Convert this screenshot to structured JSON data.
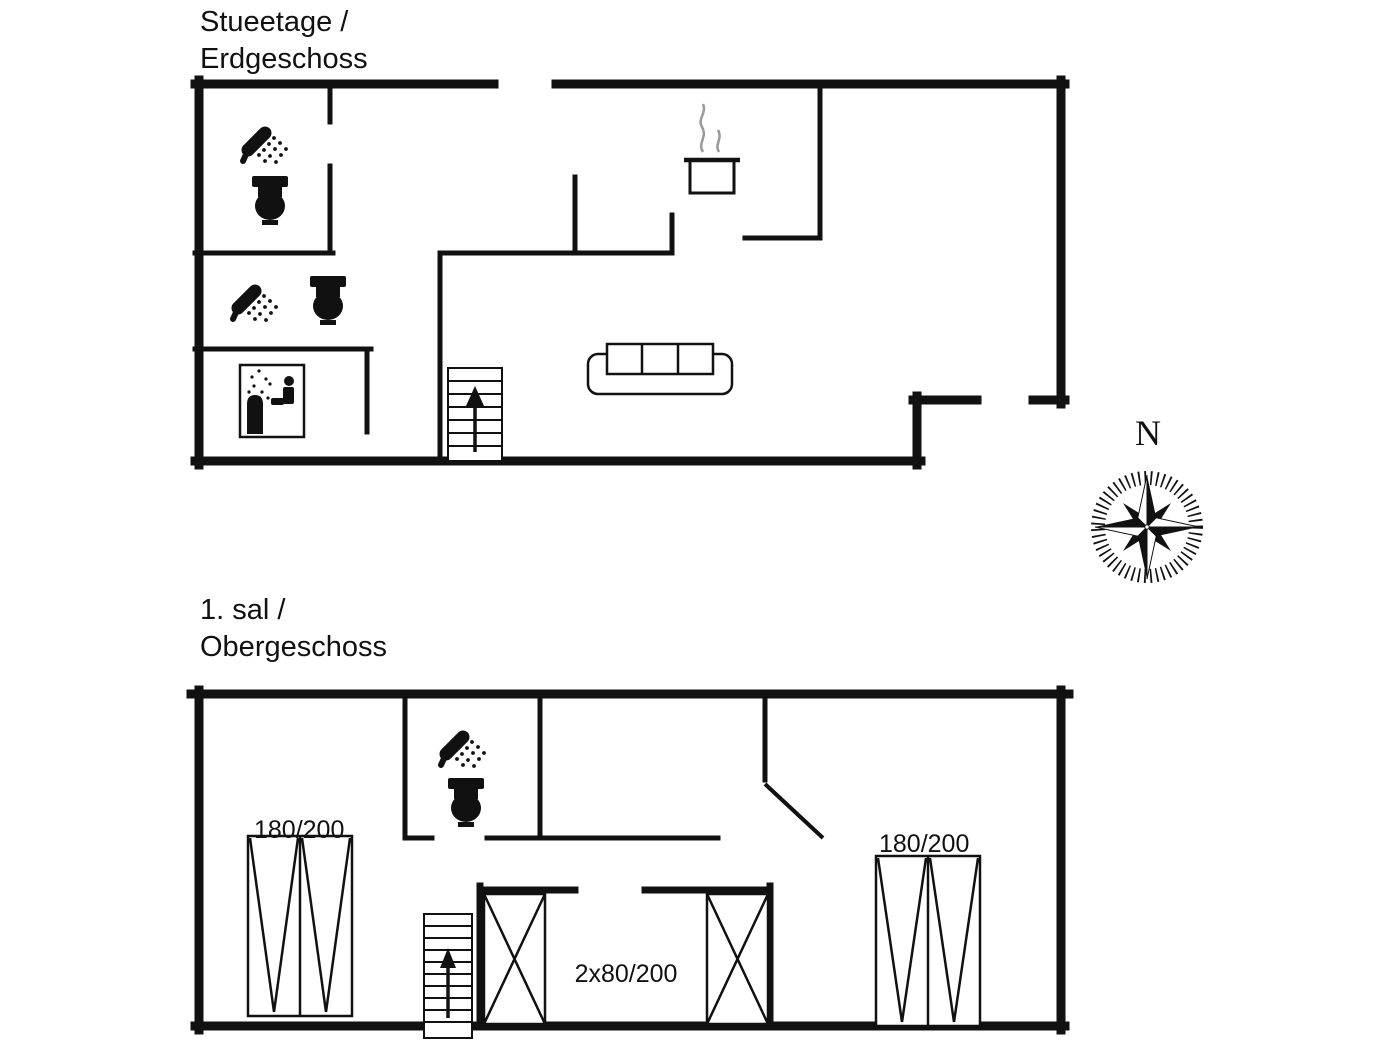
{
  "colors": {
    "ink": "#111111",
    "steam": "#999999",
    "background": "#ffffff"
  },
  "floor1": {
    "title_line1": "Stueetage /",
    "title_line2": "Erdgeschoss"
  },
  "floor2": {
    "title_line1": "1. sal /",
    "title_line2": "Obergeschoss",
    "bed_left_label": "180/200",
    "bed_right_label": "180/200",
    "wardrobe_label": "2x80/200"
  },
  "compass": {
    "north_label": "N"
  },
  "icons": {
    "shower": "shower-icon",
    "toilet": "toilet-icon",
    "sauna": "sauna-icon",
    "stairs_up": "stairs-up-icon",
    "sofa": "sofa-icon",
    "cooking_pot": "cooking-pot-icon",
    "compass_rose": "compass-rose-icon"
  }
}
